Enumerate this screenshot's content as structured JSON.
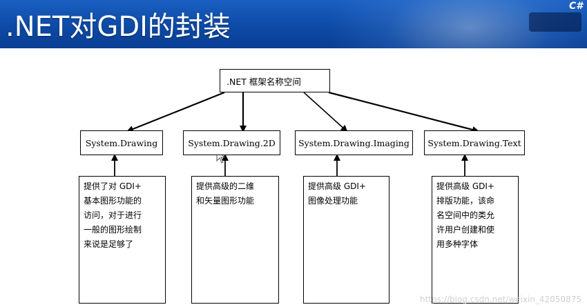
{
  "slide": {
    "title": ".NET对GDI的封装",
    "logo_text": "C#"
  },
  "diagram": {
    "root": ".NET 框架名称空间",
    "namespaces": [
      "System.Drawing",
      "System.Drawing.2D",
      "System.Drawing.Imaging",
      "System.Drawing.Text"
    ],
    "descriptions": [
      "提供了对 GDI+\n基本图形功能的\n访问，对于进行\n一般的图形绘制\n来说是足够了",
      "提供高级的二维\n和矢量图形功能",
      "提供高级 GDI+\n图像处理功能",
      "提供高级 GDI+\n排版功能，该命\n名空间中的类允\n许用户创建和使\n用多种字体"
    ]
  },
  "watermark": "https://blog.csdn.net/weixin_42050875",
  "colors": {
    "header_blue": "#0d4aa6",
    "line": "#000000"
  }
}
